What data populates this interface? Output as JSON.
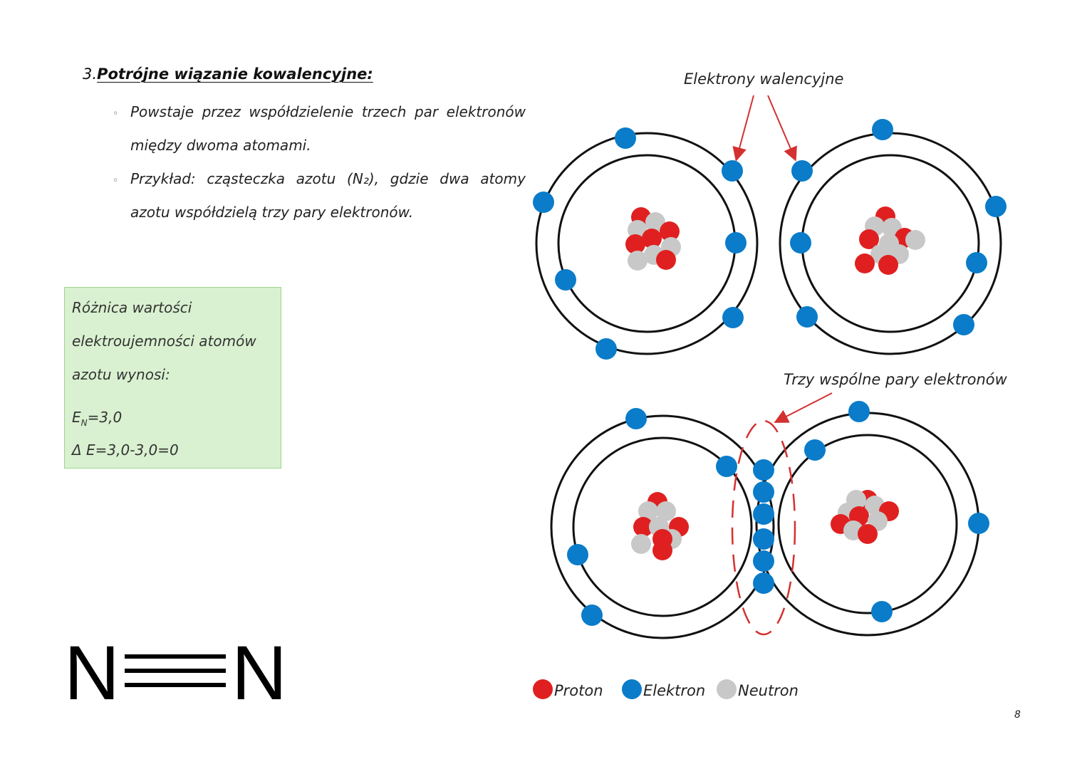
{
  "heading": {
    "number": "3.",
    "title": "Potrójne wiązanie kowalencyjne:"
  },
  "bullets": [
    {
      "line1": "Powstaje przez współdzielenie trzech par elektronów",
      "line2": "między dwoma atomami."
    },
    {
      "line1": "Przykład: cząsteczka azotu (N₂), gdzie dwa atomy",
      "line2": "azotu współdzielą trzy pary elektronów."
    }
  ],
  "infobox": {
    "lines": [
      "Różnica wartości",
      "elektroujemności atomów",
      "azotu wynosi:"
    ],
    "en_symbol": "E",
    "en_sub": "N",
    "en_value": "=3,0",
    "delta": "Δ E=3,0-3,0=0"
  },
  "formula": {
    "atom_left": "N",
    "atom_right": "N"
  },
  "diagram": {
    "label_valence": "Elektrony walencyjne",
    "label_shared": "Trzy wspólne pary elektronów",
    "legend": [
      {
        "label": "Proton",
        "color": "#e02020"
      },
      {
        "label": "Elektron",
        "color": "#0a7cc9"
      },
      {
        "label": "Neutron",
        "color": "#c8c8c8"
      }
    ],
    "arrow_color": "#d43030"
  },
  "page_number": "8"
}
